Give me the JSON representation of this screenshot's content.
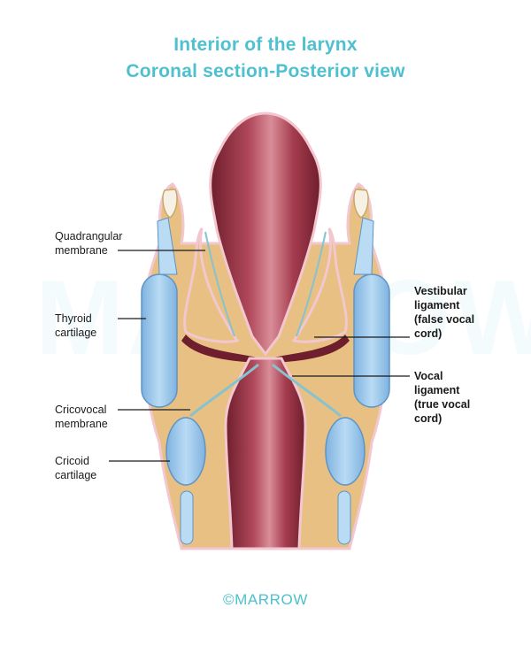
{
  "title": {
    "line1": "Interior of the larynx",
    "line2": "Coronal section-Posterior view"
  },
  "labels": {
    "quadrangular": [
      "Quadrangular",
      "membrane"
    ],
    "thyroid": [
      "Thyroid",
      "cartilage"
    ],
    "cricovocal": [
      "Cricovocal",
      "membrane"
    ],
    "cricoid": [
      "Cricoid",
      "cartilage"
    ],
    "vestibular": [
      "Vestibular",
      "ligament",
      "(false vocal",
      "cord)"
    ],
    "vocal": [
      "Vocal",
      "ligament",
      "(true vocal",
      "cord)"
    ]
  },
  "watermark": "MARROW",
  "footer": "©MARROW",
  "colors": {
    "title": "#4fc0cf",
    "mucosa": "#a33a4a",
    "tissue": "#e8c083",
    "cartilage": "#9fc7ea",
    "membrane_outline": "#f2c7cf"
  }
}
